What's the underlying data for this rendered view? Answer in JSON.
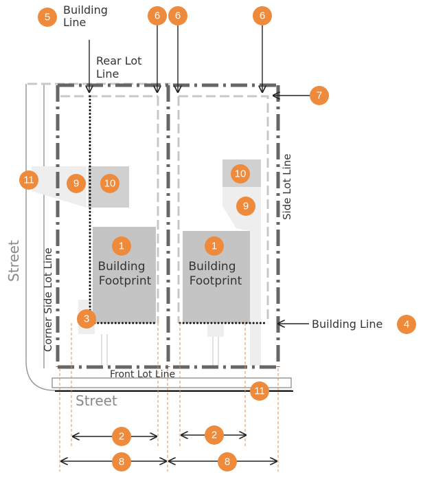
{
  "labels": {
    "building_line_top_1": "Building",
    "building_line_top_2": "Line",
    "rear_lot_line_1": "Rear Lot",
    "rear_lot_line_2": "Line",
    "building_line_right": "Building Line",
    "side_lot_line": "Side Lot Line",
    "corner_side_lot_line": "Corner Side Lot Line",
    "front_lot_line": "Front Lot Line",
    "street_left": "Street",
    "street_bottom": "Street",
    "footprint_left_1": "Building",
    "footprint_left_2": "Footprint",
    "footprint_right_1": "Building",
    "footprint_right_2": "Footprint"
  },
  "markers": {
    "m1_left": "1",
    "m1_right": "1",
    "m2_left": "2",
    "m2_right": "2",
    "m3": "3",
    "m4": "4",
    "m5": "5",
    "m6_a": "6",
    "m6_b": "6",
    "m6_c": "6",
    "m7": "7",
    "m8_left": "8",
    "m8_right": "8",
    "m9_left": "9",
    "m9_right": "9",
    "m10_left": "10",
    "m10_right": "10",
    "m11_left": "11",
    "m11_bottom": "11"
  },
  "colors": {
    "marker": "#ee8a3c",
    "lot_line": "#666666",
    "building_line_dash": "#c8c8c8",
    "footprint": "#c4c4c4",
    "accessory": "#d0d0d0",
    "pale_area": "#eeeeee",
    "guide": "#ee8a3c"
  }
}
